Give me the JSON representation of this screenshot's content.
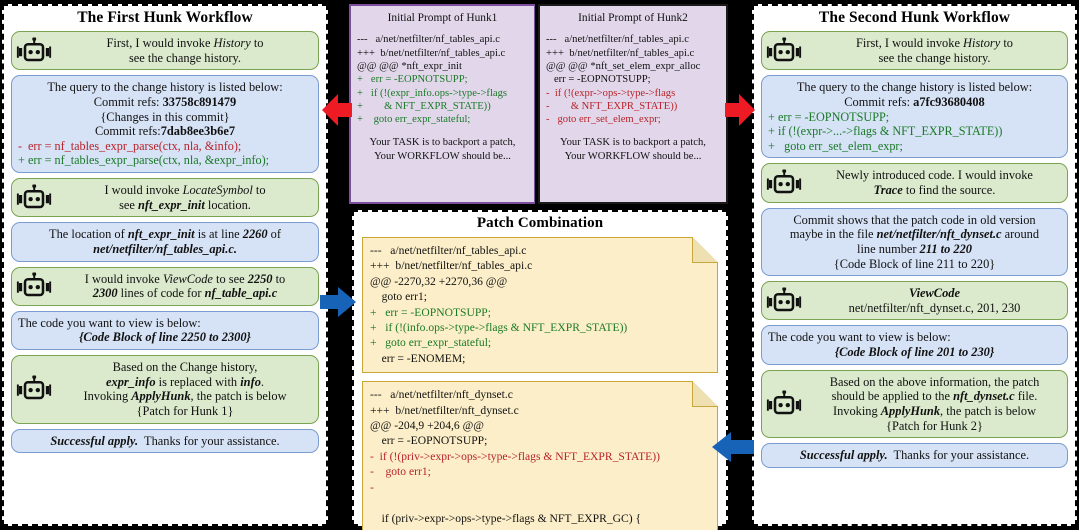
{
  "left_panel": {
    "title": "The First Hunk Workflow",
    "messages": [
      {
        "role": "agent",
        "bot": true,
        "lines": [
          "First, I would invoke <i>History</i> to",
          "see the change history."
        ]
      },
      {
        "role": "user",
        "bot": false,
        "lines": [
          "The query to the change history is listed below:",
          "Commit refs: <b>33758c891479</b>",
          "{Changes in this commit}",
          "Commit refs:<b>7dab8ee3b6e7</b>"
        ],
        "diff": [
          {
            "sign": "-",
            "text": "err = nf_tables_expr_parse(ctx, nla, &info);",
            "kind": "del"
          },
          {
            "sign": "+",
            "text": "err = nf_tables_expr_parse(ctx, nla, &expr_info);",
            "kind": "add"
          }
        ]
      },
      {
        "role": "agent",
        "bot": true,
        "lines": [
          "I would invoke <i>LocateSymbol</i> to",
          "see <b><i>nft_expr_init</i></b> location."
        ]
      },
      {
        "role": "user",
        "bot": false,
        "lines": [
          "The location of <b><i>nft_expr_init</i></b> is at line <b><i>2260</i></b> of",
          "<b><i>net/netfilter/nf_tables_api.c.</i></b>"
        ]
      },
      {
        "role": "agent",
        "bot": true,
        "lines": [
          "I would invoke <i>ViewCode</i> to see <b><i>2250</i></b> to",
          "<b><i>2300</i></b> lines of code for <b><i>nf_table_api.c</i></b>"
        ]
      },
      {
        "role": "user",
        "bot": false,
        "align": "left",
        "lines": [
          "The code you want to view is below:",
          "<center><b><i>{Code Block of line 2250 to 2300}</i></b></center>"
        ]
      },
      {
        "role": "agent",
        "bot": true,
        "lines": [
          "Based on the Change history,",
          "<b><i>expr_info</i></b> is replaced with <b><i>info</i></b>.",
          "Invoking <b><i>ApplyHunk</i></b>, the patch is below",
          "{Patch for Hunk 1}"
        ]
      },
      {
        "role": "user",
        "bot": false,
        "lines": [
          "<b><i>Successful apply.</i></b>&nbsp; Thanks for your assistance."
        ]
      }
    ]
  },
  "right_panel": {
    "title": "The Second Hunk Workflow",
    "messages": [
      {
        "role": "agent",
        "bot": true,
        "lines": [
          "First, I would invoke <i>History</i> to",
          "see the change history."
        ]
      },
      {
        "role": "user",
        "bot": false,
        "lines": [
          "The query to the change history is listed below:",
          "Commit refs: <b>a7fc93680408</b>"
        ],
        "diff": [
          {
            "sign": "+",
            "text": "err = -EOPNOTSUPP;",
            "kind": "add"
          },
          {
            "sign": "+",
            "text": "if (!(expr->...->flags & NFT_EXPR_STATE))",
            "kind": "add"
          },
          {
            "sign": "+",
            "text": "&nbsp;&nbsp;goto err_set_elem_expr;",
            "kind": "add"
          }
        ]
      },
      {
        "role": "agent",
        "bot": true,
        "lines": [
          "Newly introduced code. I would invoke",
          "<b><i>Trace</i></b> to find the source."
        ]
      },
      {
        "role": "user",
        "bot": false,
        "lines": [
          "Commit shows that the patch code in old version",
          "maybe in the file <b><i>net/netfilter/nft_dynset.c</i></b> around",
          "line number <b><i>211 to 220</i></b>",
          "{Code Block of line 211 to 220}"
        ]
      },
      {
        "role": "agent",
        "bot": true,
        "lines": [
          "<b><i>ViewCode</i></b>",
          "net/netfilter/nft_dynset.c, 201, 230"
        ]
      },
      {
        "role": "user",
        "bot": false,
        "align": "left",
        "lines": [
          "The code you want to view is below:",
          "<center><b><i>{Code Block of line 201 to 230}</i></b></center>"
        ]
      },
      {
        "role": "agent",
        "bot": true,
        "lines": [
          "Based on the above information, the patch",
          "should be applied to the <b><i>nft_dynset.c</i></b> file.",
          "Invoking <b><i>ApplyHunk</i></b>, the patch is below",
          "{Patch for Hunk 2}"
        ]
      },
      {
        "role": "user",
        "bot": false,
        "lines": [
          "<b><i>Successful apply.</i></b>&nbsp; Thanks for your assistance."
        ]
      }
    ]
  },
  "prompt1": {
    "title": "Initial Prompt of Hunk1",
    "lines": [
      {
        "text": "---&nbsp;&nbsp; a/net/netfilter/nf_tables_api.c",
        "kind": "plain"
      },
      {
        "text": "+++&nbsp; b/net/netfilter/nf_tables_api.c",
        "kind": "plain"
      },
      {
        "text": "@@ @@ *nft_expr_init",
        "kind": "plain"
      },
      {
        "text": "+&nbsp;&nbsp; err = -EOPNOTSUPP;",
        "kind": "add"
      },
      {
        "text": "+&nbsp;&nbsp; if (!(expr_info.ops->type->flags",
        "kind": "add"
      },
      {
        "text": "+&nbsp;&nbsp;&nbsp;&nbsp;&nbsp;&nbsp;&nbsp; & NFT_EXPR_STATE))",
        "kind": "add"
      },
      {
        "text": "+&nbsp;&nbsp;&nbsp; goto err_expr_stateful;",
        "kind": "add"
      }
    ],
    "task": [
      "Your TASK is to backport a patch,",
      "Your WORKFLOW should be..."
    ]
  },
  "prompt2": {
    "title": "Initial Prompt of Hunk2",
    "lines": [
      {
        "text": "---&nbsp;&nbsp; a/net/netfilter/nf_tables_api.c",
        "kind": "plain"
      },
      {
        "text": "+++&nbsp; b/net/netfilter/nf_tables_api.c",
        "kind": "plain"
      },
      {
        "text": "@@ @@ *nft_set_elem_expr_alloc",
        "kind": "plain"
      },
      {
        "text": "&nbsp;&nbsp;&nbsp;err = -EOPNOTSUPP;",
        "kind": "plain"
      },
      {
        "text": "-&nbsp; if (!(expr->ops->type->flags",
        "kind": "del"
      },
      {
        "text": "-&nbsp;&nbsp;&nbsp;&nbsp;&nbsp;&nbsp;&nbsp; & NFT_EXPR_STATE))",
        "kind": "del"
      },
      {
        "text": "-&nbsp;&nbsp; goto err_set_elem_expr;",
        "kind": "del"
      }
    ],
    "task": [
      "Your TASK is to backport a patch,",
      "Your WORKFLOW should be..."
    ]
  },
  "patch_panel": {
    "title": "Patch Combination",
    "notes": [
      {
        "lines": [
          {
            "text": "---&nbsp;&nbsp; a/net/netfilter/nf_tables_api.c",
            "kind": "plain"
          },
          {
            "text": "+++&nbsp; b/net/netfilter/nf_tables_api.c",
            "kind": "plain"
          },
          {
            "text": "@@ -2270,32 +2270,36 @@",
            "kind": "plain"
          },
          {
            "text": "&nbsp;&nbsp;&nbsp;&nbsp;goto err1;",
            "kind": "plain"
          },
          {
            "text": "+&nbsp;&nbsp; err = -EOPNOTSUPP;",
            "kind": "add"
          },
          {
            "text": "+&nbsp;&nbsp; if (!(info.ops->type->flags & NFT_EXPR_STATE))",
            "kind": "add"
          },
          {
            "text": "+&nbsp;&nbsp; goto err_expr_stateful;",
            "kind": "add"
          },
          {
            "text": "&nbsp;&nbsp;&nbsp;&nbsp;err = -ENOMEM;",
            "kind": "plain"
          }
        ]
      },
      {
        "lines": [
          {
            "text": "---&nbsp;&nbsp; a/net/netfilter/nft_dynset.c",
            "kind": "plain"
          },
          {
            "text": "+++&nbsp; b/net/netfilter/nft_dynset.c",
            "kind": "plain"
          },
          {
            "text": "@@ -204,9 +204,6 @@",
            "kind": "plain"
          },
          {
            "text": "&nbsp;&nbsp;&nbsp;&nbsp;err = -EOPNOTSUPP;",
            "kind": "plain"
          },
          {
            "text": "-&nbsp;&nbsp;if (!(priv->expr->ops->type->flags & NFT_EXPR_STATE))",
            "kind": "del"
          },
          {
            "text": "-&nbsp;&nbsp;&nbsp;&nbsp;goto err1;",
            "kind": "del"
          },
          {
            "text": "-",
            "kind": "del"
          },
          {
            "text": "&nbsp;",
            "kind": "plain"
          },
          {
            "text": "&nbsp;&nbsp;&nbsp;&nbsp;if (priv->expr->ops->type->flags & NFT_EXPR_GC) {",
            "kind": "plain"
          }
        ]
      }
    ]
  },
  "arrows": [
    {
      "name": "arrow-prompt1-to-left",
      "direction": "left",
      "color": "#ee1b24"
    },
    {
      "name": "arrow-prompt2-to-right",
      "direction": "right",
      "color": "#ee1b24"
    },
    {
      "name": "arrow-left-to-patch",
      "direction": "right",
      "color": "#1763b8"
    },
    {
      "name": "arrow-right-to-patch",
      "direction": "left",
      "color": "#1763b8"
    }
  ],
  "icons": {
    "bot": "robot-icon"
  },
  "colors": {
    "agent_bubble_bg": "#dbe9cd",
    "agent_bubble_border": "#7aa352",
    "user_bubble_bg": "#d6e2f5",
    "user_bubble_border": "#7b9cd0",
    "prompt_bg": "#e2d7ea",
    "prompt1_border": "#7c4f9e",
    "prompt2_border": "#1a1a1a",
    "note_bg": "#fbeec8",
    "note_border": "#c8a63c",
    "add_text": "#1a7a28",
    "del_text": "#b8232a",
    "arrow_red": "#ee1b24",
    "arrow_blue": "#1763b8",
    "page_bg": "#000000"
  }
}
